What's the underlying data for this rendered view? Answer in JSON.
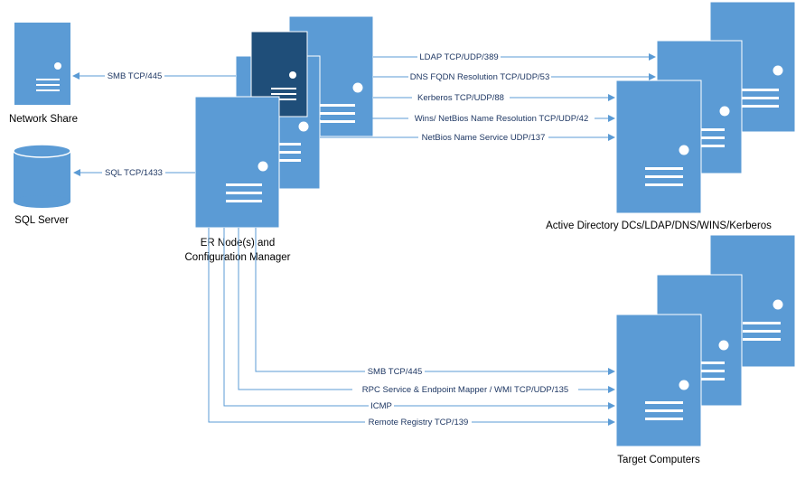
{
  "colors": {
    "server": "#5b9bd5",
    "server_dark": "#1f4e79",
    "line": "#5b9bd5",
    "text": "#000000",
    "label": "#1f3864"
  },
  "nodes": {
    "network_share": "Network Share",
    "sql_server": "SQL Server",
    "er_node_line1": "ER Node(s) and",
    "er_node_line2": "Configuration Manager",
    "active_directory": "Active Directory DCs/LDAP/DNS/WINS/Kerberos",
    "target_computers": "Target Computers"
  },
  "connections": {
    "smb_share": "SMB TCP/445",
    "sql": "SQL TCP/1433",
    "ldap": "LDAP TCP/UDP/389",
    "dns": "DNS FQDN Resolution TCP/UDP/53",
    "kerberos": "Kerberos  TCP/UDP/88",
    "wins": "Wins/ NetBios Name Resolution TCP/UDP/42",
    "netbios": "NetBios Name Service  UDP/137",
    "smb_target": "SMB TCP/445",
    "rpc": "RPC Service & Endpoint Mapper / WMI TCP/UDP/135",
    "icmp": "ICMP",
    "remote_registry": "Remote Registry TCP/139"
  },
  "icons": [
    "server-icon",
    "database-icon",
    "arrow-icon"
  ]
}
